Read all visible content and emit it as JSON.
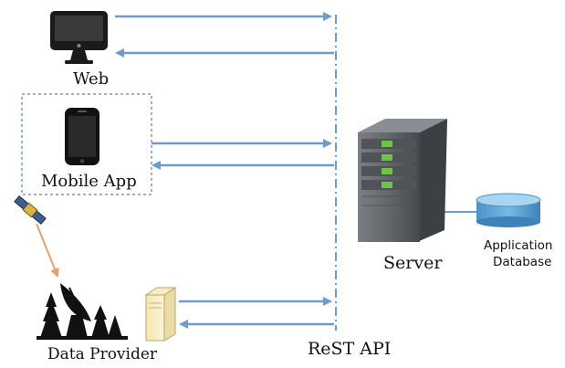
{
  "labels": {
    "web": "Web",
    "mobile_app": "Mobile App",
    "server": "Server",
    "database": "Application\nDatabase",
    "database_line1": "Application",
    "database_line2": "Database",
    "data_provider": "Data Provider",
    "rest_api": "ReST API"
  },
  "icons": {
    "web": "desktop-monitor-icon",
    "mobile": "smartphone-icon",
    "satellite": "satellite-icon",
    "dish": "satellite-dish-icon",
    "provider_server": "provider-server-icon",
    "server": "server-tower-icon",
    "database": "database-cylinder-icon"
  },
  "colors": {
    "arrow": "#6e9bc9",
    "api_line": "#6e9bc9",
    "server_body": "#5f6266",
    "server_led": "#6fc24a",
    "database": "#5ea3d8",
    "satellite_link": "#e7a06a",
    "mobile_box_border": "#7f95b0"
  }
}
